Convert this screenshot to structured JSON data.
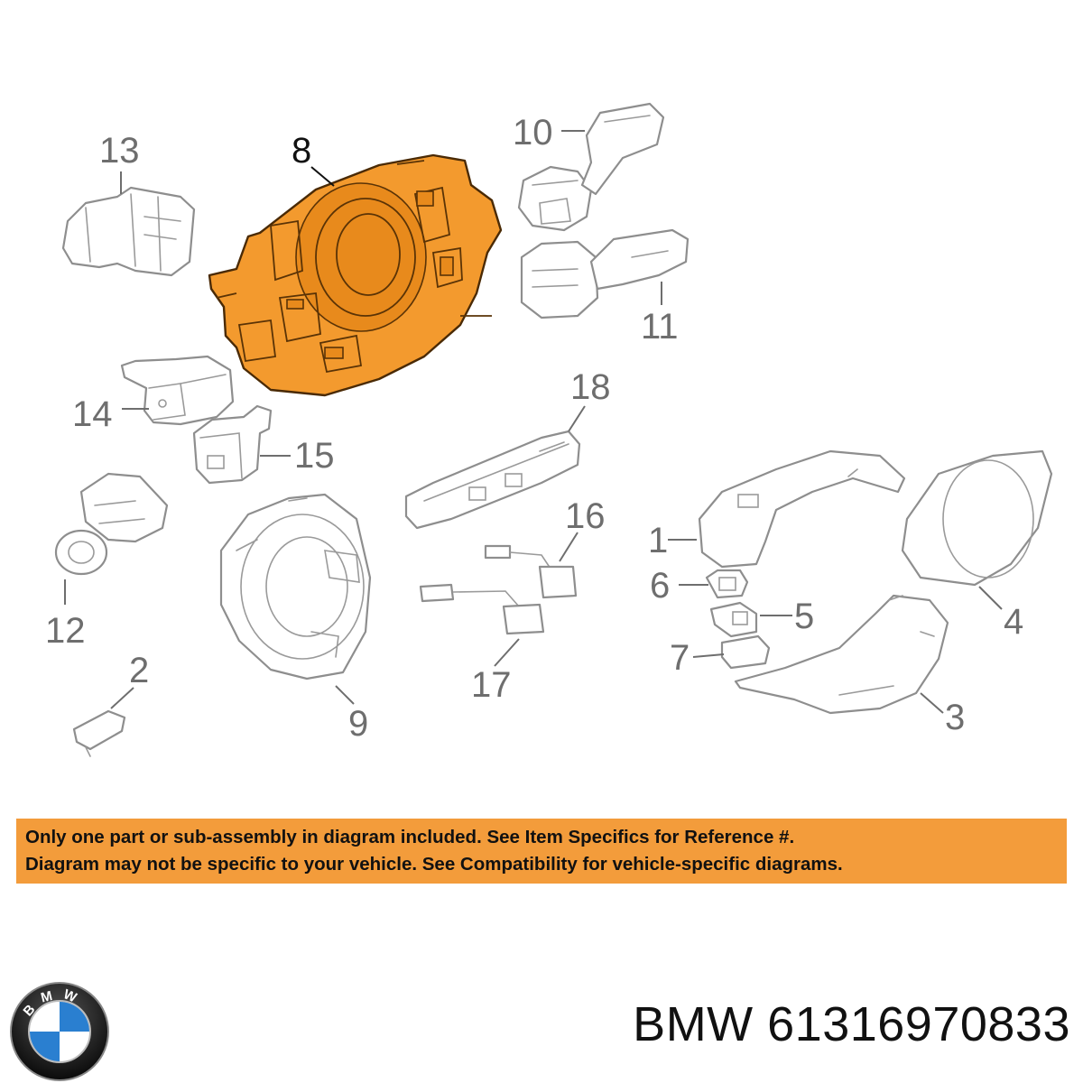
{
  "diagram": {
    "callouts": [
      {
        "id": "1",
        "label": "1"
      },
      {
        "id": "2",
        "label": "2"
      },
      {
        "id": "3",
        "label": "3"
      },
      {
        "id": "4",
        "label": "4"
      },
      {
        "id": "5",
        "label": "5"
      },
      {
        "id": "6",
        "label": "6"
      },
      {
        "id": "7",
        "label": "7"
      },
      {
        "id": "8",
        "label": "8"
      },
      {
        "id": "9",
        "label": "9"
      },
      {
        "id": "10",
        "label": "10"
      },
      {
        "id": "11",
        "label": "11"
      },
      {
        "id": "12",
        "label": "12"
      },
      {
        "id": "13",
        "label": "13"
      },
      {
        "id": "14",
        "label": "14"
      },
      {
        "id": "15",
        "label": "15"
      },
      {
        "id": "16",
        "label": "16"
      },
      {
        "id": "17",
        "label": "17"
      },
      {
        "id": "18",
        "label": "18"
      }
    ],
    "highlighted_part": "8",
    "colors": {
      "highlight": "#f39a2e",
      "outline": "#8e8e8e",
      "banner": "#f39c3b"
    }
  },
  "disclaimer": {
    "line1": "Only one part or sub-assembly in diagram included. See Item Specifics for Reference #.",
    "line2": "Diagram may not be specific to your vehicle. See Compatibility for vehicle-specific diagrams."
  },
  "brand": {
    "logo_letters": "BMW",
    "caption": "BMW 61316970833"
  }
}
